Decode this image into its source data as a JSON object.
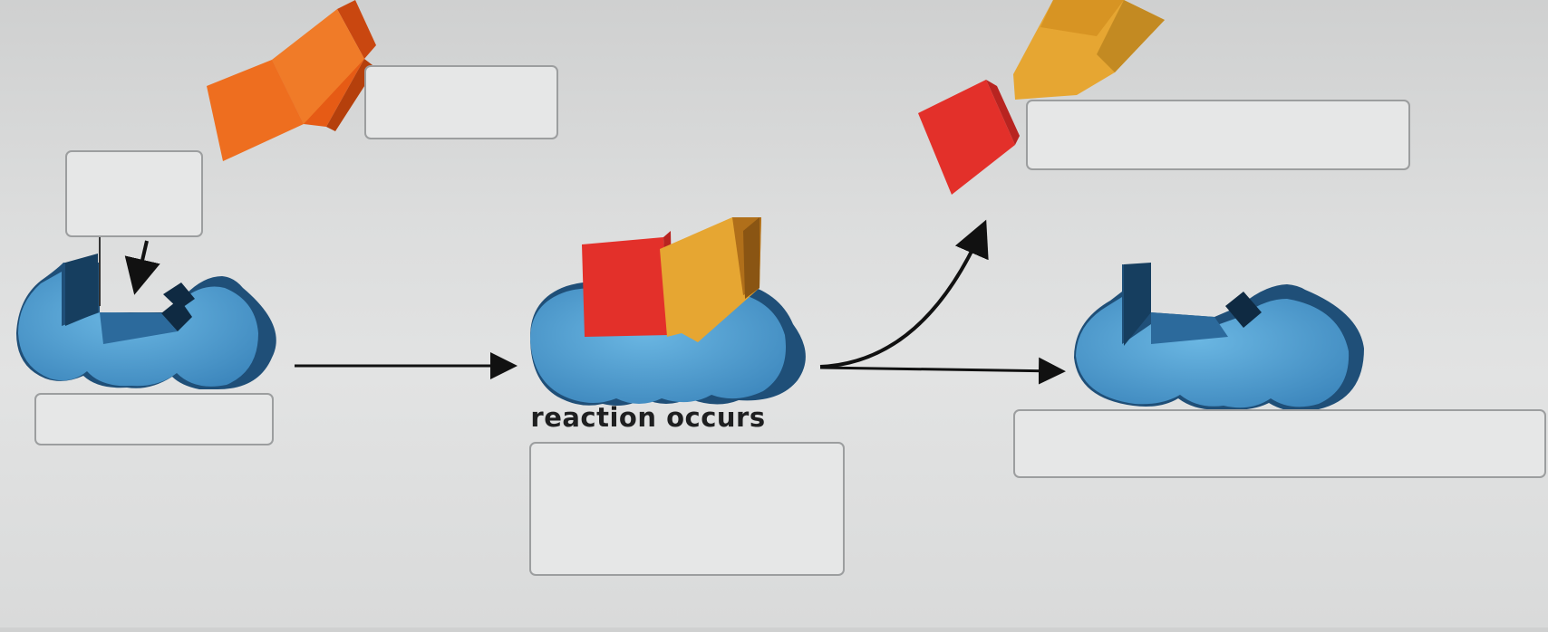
{
  "caption": "reaction occurs",
  "label_boxes": {
    "substrate_top_left": "",
    "enzyme_site_pointer": "",
    "enzyme_left": "",
    "complex": "",
    "products": "",
    "enzyme_right": ""
  },
  "colors": {
    "enzyme_blue": "#4f9fd0",
    "enzyme_dark": "#1f4f78",
    "substrate_orange": "#ec6a1c",
    "product_red": "#e3302a",
    "product_gold": "#e6a632",
    "arrow": "#111111",
    "box_border": "#9c9e9f",
    "box_fill": "#e6e7e7"
  },
  "icons": [
    "enzyme-shape",
    "substrate-block",
    "red-product-cube",
    "gold-product-block",
    "arrow"
  ]
}
